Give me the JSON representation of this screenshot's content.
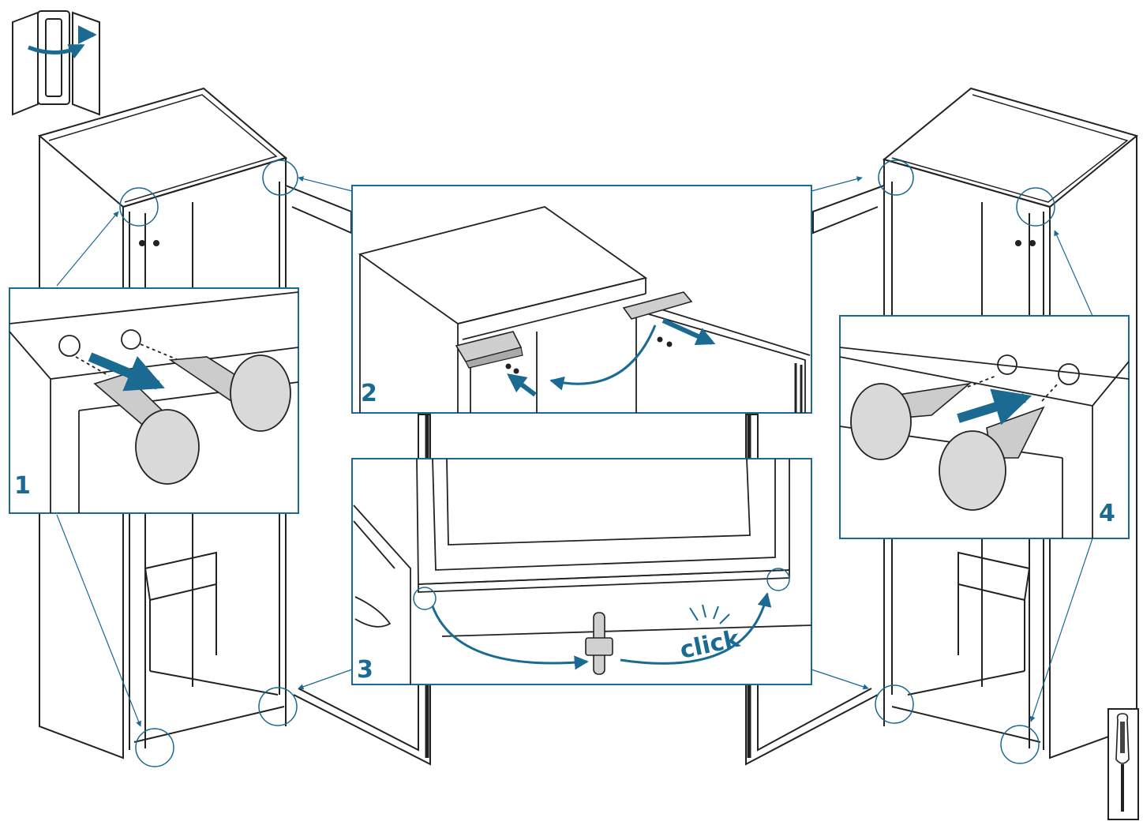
{
  "steps": [
    {
      "number": "1"
    },
    {
      "number": "2"
    },
    {
      "number": "3"
    },
    {
      "number": "4"
    }
  ],
  "sound_text": "click",
  "icons": {
    "door_reversal": "door-reversal-icon",
    "tool": "screwdriver-icon"
  },
  "colors": {
    "accent": "#1a6a92",
    "line": "#222222",
    "plug_fill": "#d9d9d9"
  }
}
